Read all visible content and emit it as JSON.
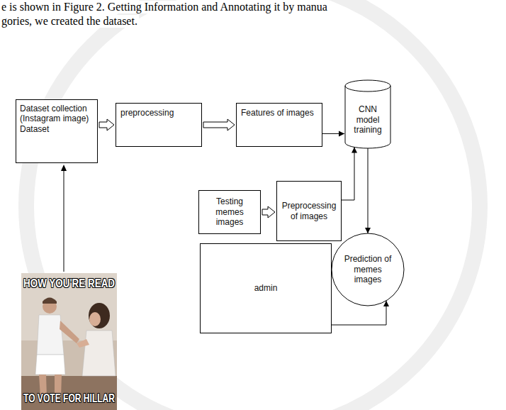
{
  "diagram": {
    "nodes": [
      {
        "text": [
          "Dataset collection (Instagram image) Dataset"
        ]
      },
      {
        "text": [
          "preprocessing"
        ]
      },
      {
        "text": [
          "Features of images"
        ]
      },
      {
        "text": [
          "CNN model training"
        ]
      },
      {
        "text": [
          "Testing memes images"
        ]
      },
      {
        "text": [
          "Preprocessing of images"
        ]
      },
      {
        "text": [
          "Prediction of memes images"
        ]
      },
      {
        "text": [
          "admin"
        ]
      }
    ],
    "edges": [
      {
        "from": 0,
        "to": 1,
        "arrow": "to"
      },
      {
        "from": 1,
        "to": 2,
        "arrow": "to"
      },
      {
        "from": 2,
        "to": 3,
        "arrow": "to"
      },
      {
        "from": 4,
        "to": 5,
        "arrow": "to"
      },
      {
        "from": 5,
        "to": 3,
        "arrow": "to"
      },
      {
        "from": 3,
        "to": 6,
        "arrow": "to"
      },
      {
        "from": 7,
        "to": 6,
        "arrow": "to"
      }
    ],
    "labels": [
      "e is shown in Figure 2. Getting Information and Annotating it by manua",
      "gories, we created the dataset.",
      "HOW YOU'RE READ",
      "TO VOTE FOR HILLAR"
    ]
  }
}
